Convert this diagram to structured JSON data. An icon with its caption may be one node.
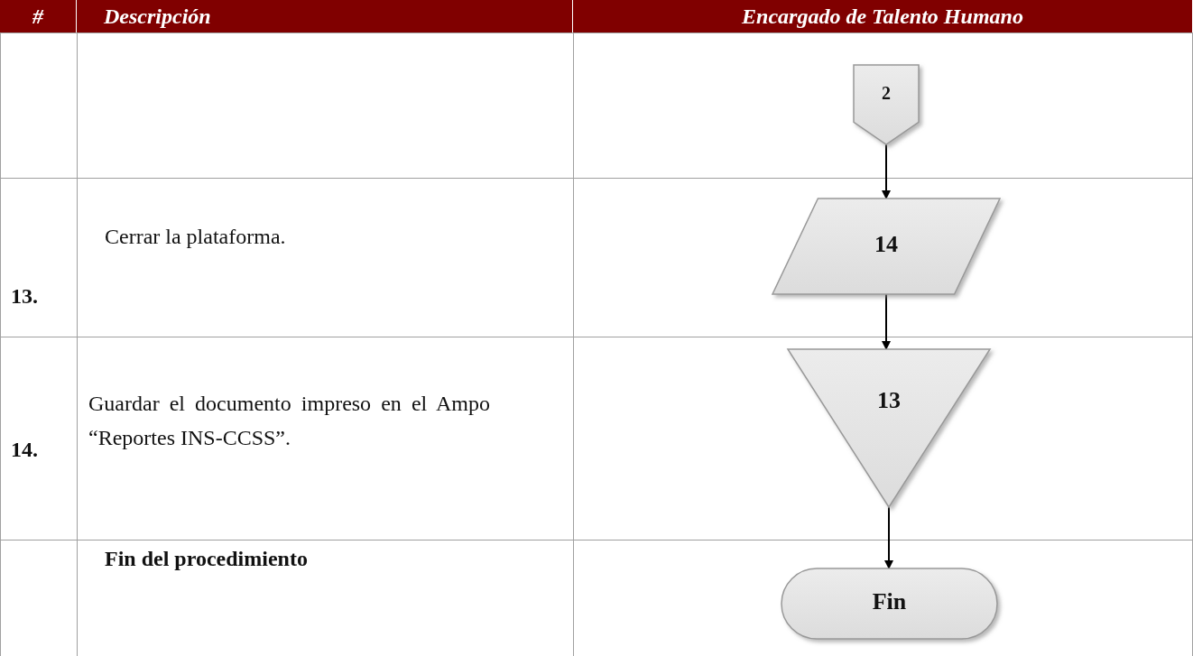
{
  "diagram": {
    "nodes": [
      {
        "text": [
          "2"
        ]
      },
      {
        "text": [
          "14"
        ]
      },
      {
        "text": [
          "13"
        ]
      },
      {
        "text": [
          "Fin"
        ]
      }
    ],
    "edges": [
      {
        "from": 0,
        "to": 1,
        "arrow": "to"
      },
      {
        "from": 1,
        "to": 2,
        "arrow": "to"
      },
      {
        "from": 2,
        "to": 3,
        "arrow": "to"
      }
    ],
    "labels": [
      "#",
      "Descripción",
      "Encargado de Talento Humano",
      "13.",
      "Cerrar la plataforma.",
      "14.",
      "Guardar el documento impreso en el Ampo “Reportes INS-CCSS”.",
      "Fin del procedimiento"
    ]
  }
}
